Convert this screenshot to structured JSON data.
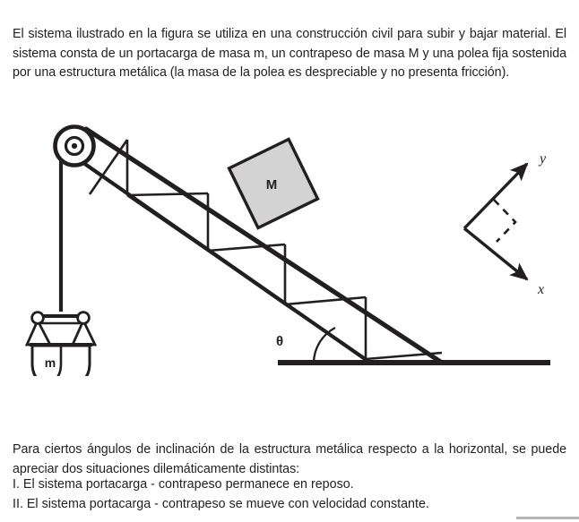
{
  "document": {
    "intro_paragraph": "El sistema ilustrado en la figura se utiliza en una construcción civil para subir y bajar material. El sistema consta de un portacarga de masa m, un contrapeso de masa M y una polea fija sostenida por una estructura metálica (la masa de la polea es despreciable y no presenta fricción).",
    "setup_paragraph": "Para ciertos ángulos de inclinación de la estructura metálica respecto a la horizontal, se puede apreciar dos situaciones dilemáticamente distintas:",
    "cases": [
      "I. El sistema portacarga - contrapeso permanece en reposo.",
      "II. El sistema portacarga - contrapeso se mueve con velocidad constante."
    ]
  },
  "figure": {
    "counterweight_label": "M",
    "load_carrier_label": "m",
    "angle_label": "θ",
    "axis_y_label": "y",
    "axis_x_label": "x",
    "colors": {
      "ink": "#231f20",
      "block_fill": "#d3d3d3",
      "ground": "#231f20",
      "page_background": "#ffffff"
    }
  }
}
